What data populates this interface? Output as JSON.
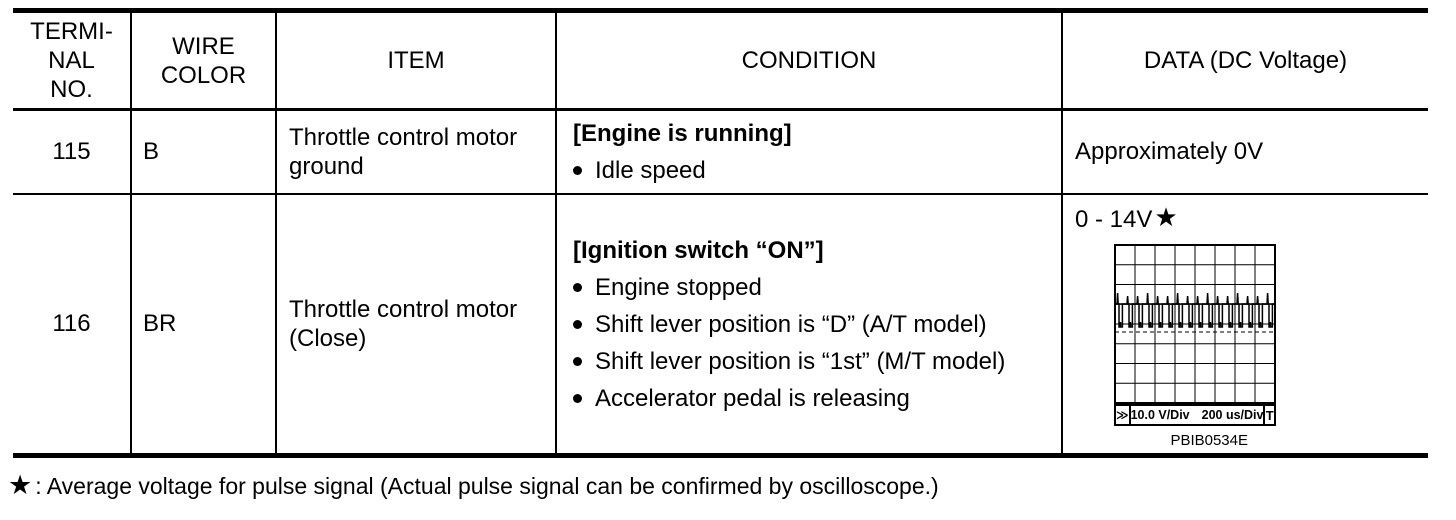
{
  "table": {
    "headers": [
      "TERMI-\nNAL\nNO.",
      "WIRE\nCOLOR",
      "ITEM",
      "CONDITION",
      "DATA (DC Voltage)"
    ],
    "rows": [
      {
        "terminal": "115",
        "wire_color": "B",
        "item": "Throttle control motor ground",
        "condition_header": "[Engine is running]",
        "bullets": [
          "Idle speed"
        ],
        "data_text": "Approximately 0V"
      },
      {
        "terminal": "116",
        "wire_color": "BR",
        "item": "Throttle control motor (Close)",
        "condition_header": "[Ignition switch “ON”]",
        "bullets": [
          "Engine stopped",
          "Shift lever position is “D” (A/T model)",
          "Shift lever position is “1st” (M/T model)",
          "Accelerator pedal is releasing"
        ],
        "data_label": "0 - 14V",
        "data_star": "★",
        "scope": {
          "left_marker": "≫",
          "v_div": "10.0 V/Div",
          "t_div": "200 us/Div",
          "right_marker": "T"
        },
        "figure_code": "PBIB0534E"
      }
    ]
  },
  "footnote": {
    "star": "★",
    "text": ": Average voltage for pulse signal (Actual pulse signal can be confirmed by oscilloscope.)"
  },
  "chart_data": {
    "type": "line",
    "title": "Throttle control motor (Close) pulse signal",
    "voltage_range_label": "0 - 14V",
    "v_per_div": "10.0 V/Div",
    "t_per_div": "200 us/Div",
    "grid_cols": 8,
    "grid_rows": 8,
    "pulses_visible": 16,
    "signal_levels_volts": [
      0,
      14
    ],
    "waveform": "pulse-train"
  }
}
